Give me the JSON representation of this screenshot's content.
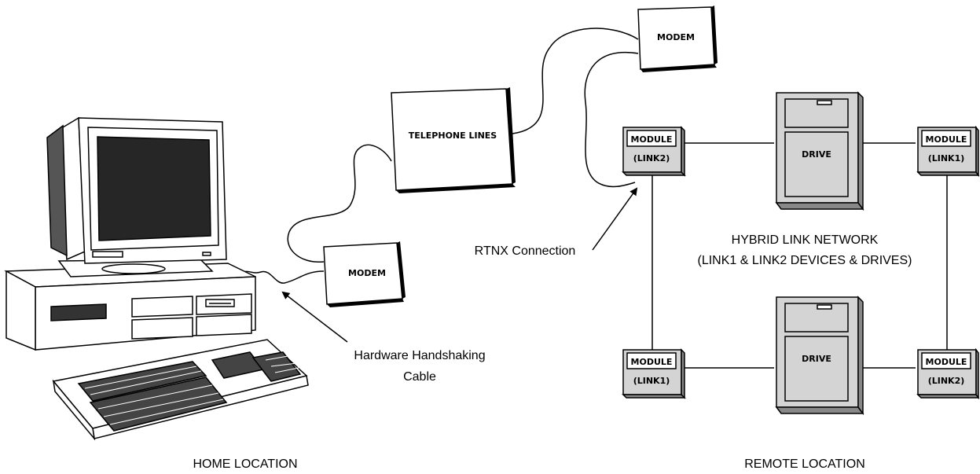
{
  "home": {
    "modem_label": "MODEM",
    "cable_label_line1": "Hardware Handshaking",
    "cable_label_line2": "Cable",
    "location_label": "HOME LOCATION"
  },
  "telephone": {
    "label": "TELEPHONE LINES"
  },
  "remote": {
    "modem_label": "MODEM",
    "rtnx_label": "RTNX Connection",
    "network_title_line1": "HYBRID  LINK NETWORK",
    "network_title_line2": "(LINK1 & LINK2 DEVICES & DRIVES)",
    "location_label": "REMOTE LOCATION",
    "modules": [
      {
        "name": "MODULE",
        "link": "(LINK2)"
      },
      {
        "name": "MODULE",
        "link": "(LINK1)"
      },
      {
        "name": "MODULE",
        "link": "(LINK1)"
      },
      {
        "name": "MODULE",
        "link": "(LINK2)"
      }
    ],
    "drives": [
      {
        "label": "DRIVE"
      },
      {
        "label": "DRIVE"
      }
    ]
  }
}
